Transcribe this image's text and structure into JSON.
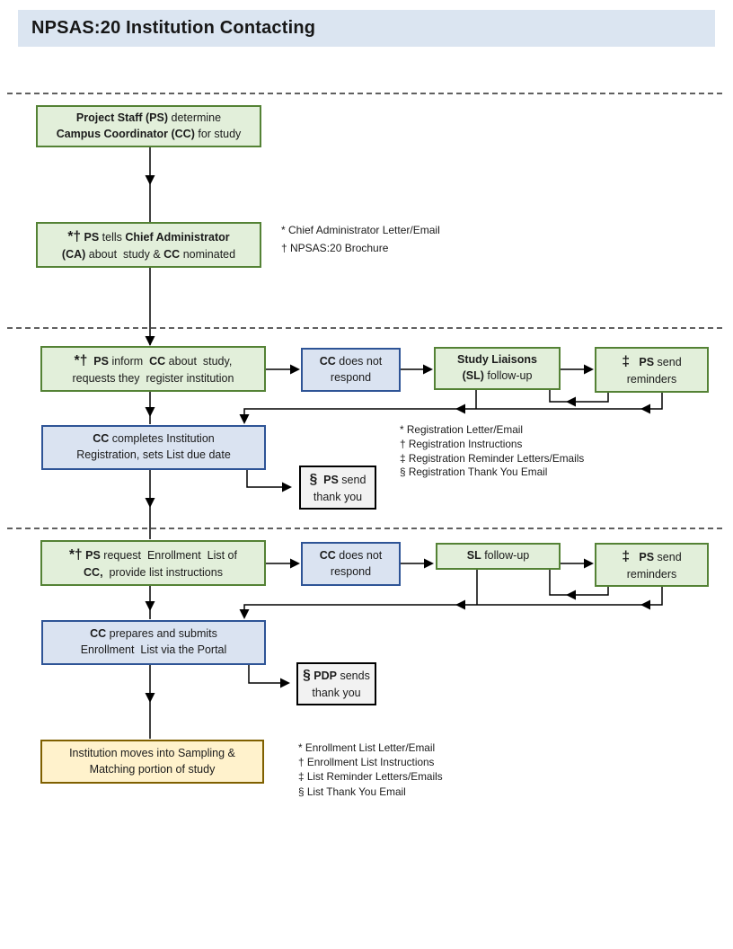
{
  "title": "NPSAS:20 Institution Contacting",
  "colors": {
    "title_bar_bg": "#dbe5f1",
    "green_fill": "#e2efda",
    "green_border": "#548235",
    "blue_fill": "#dae3f1",
    "blue_border": "#2e5496",
    "gray_fill": "#f2f2f2",
    "gray_border": "#000000",
    "yellow_fill": "#fff2cc",
    "yellow_border": "#7f6000",
    "connector": "#000000"
  },
  "boxes": {
    "determine": {
      "lines": [
        [
          {
            "t": "Project Staff (PS)",
            "b": true
          },
          {
            "t": " determine",
            "b": false
          }
        ],
        [
          {
            "t": "Campus Coordinator (CC)",
            "b": true
          },
          {
            "t": " for study",
            "b": false
          }
        ]
      ]
    },
    "tells_ca": {
      "lines": [
        [
          {
            "t": "*†",
            "b": true,
            "c": "sym"
          },
          {
            "t": " ",
            "b": false
          },
          {
            "t": "PS",
            "b": true
          },
          {
            "t": " tells ",
            "b": false
          },
          {
            "t": "Chief Administrator",
            "b": true
          }
        ],
        [
          {
            "t": "(CA)",
            "b": true
          },
          {
            "t": " about  study & ",
            "b": false
          },
          {
            "t": "CC",
            "b": true
          },
          {
            "t": " nominated",
            "b": false
          }
        ]
      ]
    },
    "inform": {
      "lines": [
        [
          {
            "t": "*†",
            "b": true,
            "c": "sym"
          },
          {
            "t": "  ",
            "b": false
          },
          {
            "t": "PS",
            "b": true
          },
          {
            "t": " inform  ",
            "b": false
          },
          {
            "t": "CC",
            "b": true
          },
          {
            "t": " about  study,",
            "b": false
          }
        ],
        [
          {
            "t": "requests they  register institution",
            "b": false
          }
        ]
      ]
    },
    "no_respond1": {
      "lines": [
        [
          {
            "t": "CC",
            "b": true
          },
          {
            "t": " does not",
            "b": false
          }
        ],
        [
          {
            "t": "respond",
            "b": false
          }
        ]
      ]
    },
    "sl_followup1": {
      "lines": [
        [
          {
            "t": "Study Liaisons",
            "b": true
          }
        ],
        [
          {
            "t": "(SL)",
            "b": true
          },
          {
            "t": " follow-up",
            "b": false
          }
        ]
      ]
    },
    "reminders1": {
      "lines": [
        [
          {
            "t": "‡",
            "b": true,
            "c": "sym"
          },
          {
            "t": "   ",
            "b": false
          },
          {
            "t": "PS",
            "b": true
          },
          {
            "t": " send",
            "b": false
          }
        ],
        [
          {
            "t": "reminders",
            "b": false
          }
        ]
      ]
    },
    "registration": {
      "lines": [
        [
          {
            "t": "CC",
            "b": true
          },
          {
            "t": " completes Institution",
            "b": false
          }
        ],
        [
          {
            "t": "Registration, sets List due date",
            "b": false
          }
        ]
      ]
    },
    "thank_you1": {
      "lines": [
        [
          {
            "t": "§",
            "b": true,
            "c": "sym"
          },
          {
            "t": "  ",
            "b": false
          },
          {
            "t": "PS",
            "b": true
          },
          {
            "t": " send",
            "b": false
          }
        ],
        [
          {
            "t": "thank you",
            "b": false
          }
        ]
      ]
    },
    "request_list": {
      "lines": [
        [
          {
            "t": "*†",
            "b": true,
            "c": "sym"
          },
          {
            "t": " ",
            "b": false
          },
          {
            "t": "PS",
            "b": true
          },
          {
            "t": " request  Enrollment  List of",
            "b": false
          }
        ],
        [
          {
            "t": "CC,",
            "b": true
          },
          {
            "t": "  provide list instructions",
            "b": false
          }
        ]
      ]
    },
    "no_respond2": {
      "lines": [
        [
          {
            "t": "CC",
            "b": true
          },
          {
            "t": " does not",
            "b": false
          }
        ],
        [
          {
            "t": "respond",
            "b": false
          }
        ]
      ]
    },
    "sl_followup2": {
      "lines": [
        [
          {
            "t": "SL",
            "b": true
          },
          {
            "t": " follow-up",
            "b": false
          }
        ]
      ]
    },
    "reminders2": {
      "lines": [
        [
          {
            "t": "‡",
            "b": true,
            "c": "sym"
          },
          {
            "t": "   ",
            "b": false
          },
          {
            "t": "PS",
            "b": true
          },
          {
            "t": " send",
            "b": false
          }
        ],
        [
          {
            "t": "reminders",
            "b": false
          }
        ]
      ]
    },
    "prepares": {
      "lines": [
        [
          {
            "t": "CC",
            "b": true
          },
          {
            "t": " prepares and submits",
            "b": false
          }
        ],
        [
          {
            "t": "Enrollment  List via the Portal",
            "b": false
          }
        ]
      ]
    },
    "thank_you2": {
      "lines": [
        [
          {
            "t": "§",
            "b": true,
            "c": "sym"
          },
          {
            "t": " ",
            "b": false
          },
          {
            "t": "PDP",
            "b": true
          },
          {
            "t": " sends",
            "b": false
          }
        ],
        [
          {
            "t": "thank you",
            "b": false
          }
        ]
      ]
    },
    "sampling": {
      "lines": [
        [
          {
            "t": "Institution moves into Sampling &",
            "b": false
          }
        ],
        [
          {
            "t": "Matching portion of study",
            "b": false
          }
        ]
      ]
    }
  },
  "notes": {
    "section1": [
      "* Chief Administrator Letter/Email",
      "† NPSAS:20 Brochure"
    ],
    "section2": [
      "* Registration Letter/Email",
      "† Registration Instructions",
      "‡ Registration Reminder Letters/Emails",
      "§ Registration Thank You Email"
    ],
    "section3": [
      "* Enrollment List Letter/Email",
      "† Enrollment List Instructions",
      "‡ List Reminder Letters/Emails",
      "§ List Thank You Email"
    ]
  }
}
